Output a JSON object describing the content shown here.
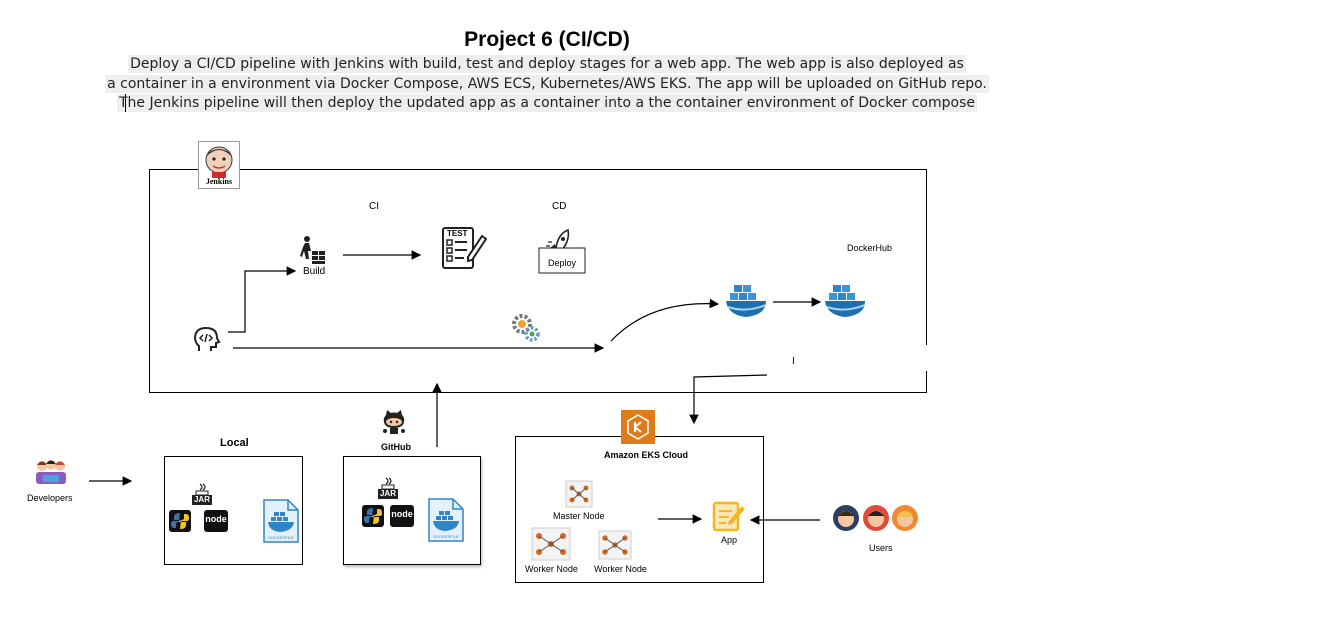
{
  "header": {
    "title": "Project 6 (CI/CD)",
    "description": [
      "Deploy a CI/CD pipeline with Jenkins with build, test and deploy stages for a web app. The web app is also deployed as",
      "a container in a environment via Docker Compose, AWS ECS, Kubernetes/AWS EKS. The app will be uploaded on GitHub repo.",
      "The Jenkins pipeline will then deploy the updated app as a container into a the container environment of Docker compose"
    ]
  },
  "pipeline": {
    "jenkins_label": "Jenkins",
    "ci_label": "CI",
    "cd_label": "CD",
    "build_label": "Build",
    "test_label": "TEST",
    "deploy_label": "Deploy",
    "dockerhub_label": "DockerHub",
    "marker": "I"
  },
  "local": {
    "title": "Local",
    "jar_label": "JAR",
    "node_label": "node",
    "dockerfile_label": "DOCKERFILE"
  },
  "github": {
    "title": "GitHub",
    "jar_label": "JAR",
    "node_label": "node",
    "dockerfile_label": "DOCKERFILE"
  },
  "developers_label": "Developers",
  "eks": {
    "title": "Amazon EKS Cloud",
    "master_label": "Master Node",
    "worker1_label": "Worker Node",
    "worker2_label": "Worker Node",
    "app_label": "App",
    "users_label": "Users"
  },
  "colors": {
    "jenkins_red": "#cc2c2c",
    "docker_blue": "#2e86c8",
    "aws_orange": "#e07b1a",
    "python_blue": "#3b73a8",
    "python_yellow": "#f5c518",
    "app_yellow": "#f2b622"
  }
}
